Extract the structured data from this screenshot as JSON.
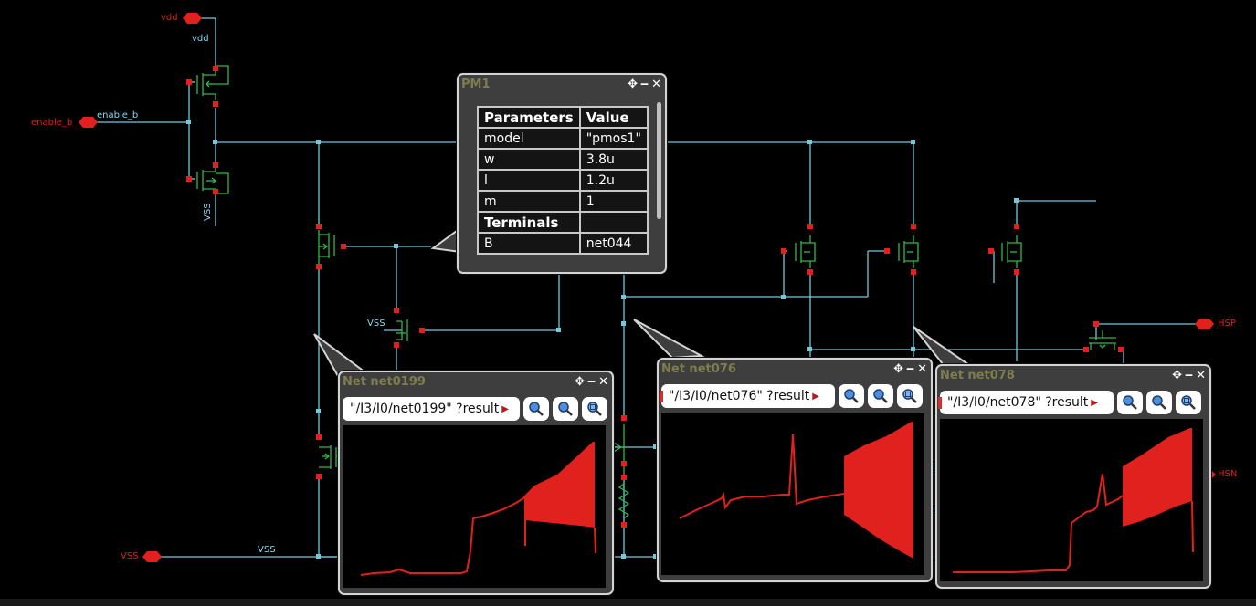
{
  "pins": {
    "vdd": "vdd",
    "enable_b": "enable_b",
    "vss": "VSS",
    "hsp": "HSP",
    "hsn": "HSN"
  },
  "net_labels": {
    "vdd": "vdd",
    "enable_b": "enable_b",
    "vss_vertical": "VSS",
    "vss_mid": "VSS",
    "vss_bottom": "VSS"
  },
  "pm1_window": {
    "title": "PM1",
    "header": {
      "col1": "Parameters",
      "col2": "Value"
    },
    "rows": [
      {
        "name": "model",
        "value": "\"pmos1\""
      },
      {
        "name": "w",
        "value": "3.8u"
      },
      {
        "name": "l",
        "value": "1.2u"
      },
      {
        "name": "m",
        "value": "1"
      }
    ],
    "terminals_label": "Terminals",
    "terminal_rows": [
      {
        "name": "B",
        "value": "net044"
      }
    ]
  },
  "waveform_windows": [
    {
      "title": "Net net0199",
      "expression": "\"/I3/I0/net0199\" ?result"
    },
    {
      "title": "Net net076",
      "expression": "\"/I3/I0/net076\" ?result"
    },
    {
      "title": "Net net078",
      "expression": "\"/I3/I0/net078\" ?result"
    }
  ],
  "window_controls": {
    "move": "✥",
    "minimize": "‒",
    "close": "✕"
  },
  "icons": [
    "move-icon",
    "minimize-icon",
    "close-icon",
    "zoom-in-icon",
    "zoom-out-icon",
    "zoom-fit-icon",
    "dropdown-arrow-icon"
  ],
  "colors": {
    "wire": "#74c8dc",
    "device": "#2fb84a",
    "pin": "#e0211d",
    "trace": "#e0211d",
    "highlight": "#1fa8a0"
  }
}
